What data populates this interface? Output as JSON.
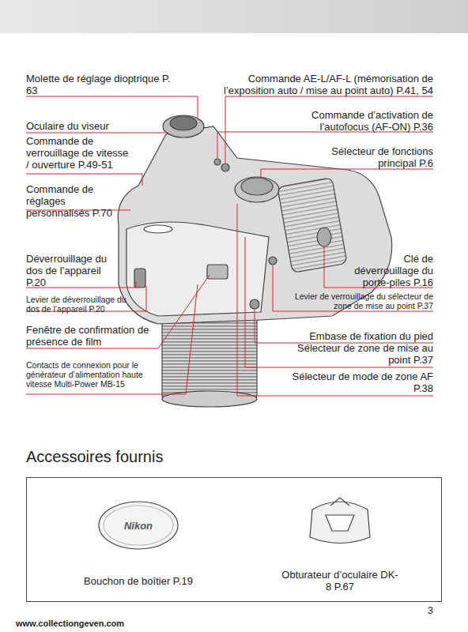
{
  "diagram": {
    "nodes": [
      {
        "text": [
          "Accessoires fournis"
        ]
      }
    ],
    "edges": [],
    "labels": [
      "Molette de réglage dioptrique P. 63",
      "Oculaire du viseur",
      "Commande de verrouillage de vitesse / ouverture P.49-51",
      "Commande de réglages personnalisés P.70",
      "Déverrouillage du dos de l’appareil P.20",
      "Levier de déverrouillage du dos de l’appareil P.20",
      "Fenêtre de confirmation de présence de film",
      "Contacts de connexion pour le générateur d’alimentation haute vitesse Multi-Power MB-15",
      "Commande AE-L/AF-L (mémorisation de l’exposition auto / mise au point auto) P.41, 54",
      "Commande d’activation de l’autofocus (AF-ON) P.36",
      "Sélecteur de fonctions principal P.6",
      "Clé de déverrouillage du porte-piles P.16",
      "Levier de verrouillage du sélecteur de zone de mise au point P.37",
      "Embase de fixation du pied",
      "Sélecteur de zone de mise au point P.37",
      "Sélecteur de mode de zone AF P.38",
      "Nikon",
      "Bouchon de boîtier P.19",
      "Obturateur d’oculaire DK-8 P.67",
      "3",
      "www.collectiongeven.com"
    ]
  }
}
